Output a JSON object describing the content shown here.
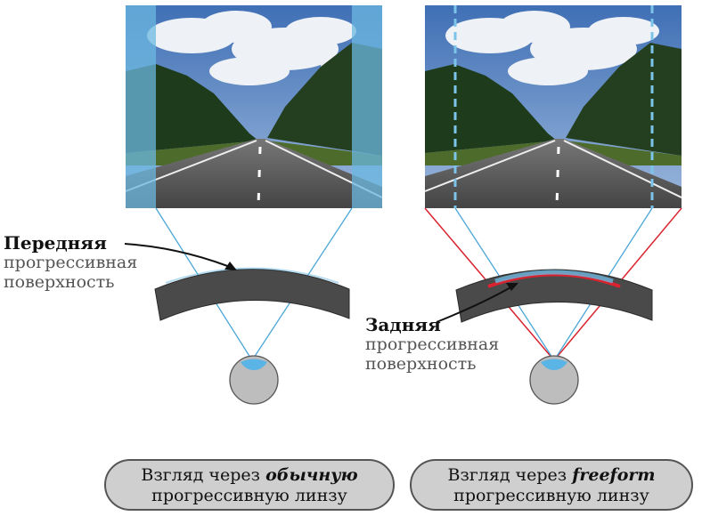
{
  "left_panel": {
    "front_label_bold": "Передняя",
    "front_label_line2": "прогрессивная",
    "front_label_line3": "поверхность",
    "caption_line1_prefix": "Взгляд через ",
    "caption_line1_emph": "обычную",
    "caption_line2": "прогрессивную линзу"
  },
  "right_panel": {
    "back_label_bold": "Задняя",
    "back_label_line2": "прогрессивная",
    "back_label_line3": "поверхность",
    "caption_line1_prefix": "Взгляд через ",
    "caption_line1_emph": "freeform",
    "caption_line2": "прогрессивную линзу"
  },
  "colors": {
    "sky": "#5b86c4",
    "cloud": "#f2f4f7",
    "trees": "#1f3a1e",
    "road": "#5a5a5a",
    "blue_overlay": "#6bb8e0",
    "lens": "#4a4a4a",
    "sightline_blue": "#4aa6d8",
    "sightline_red": "#d9232e",
    "eye": "#bdbdbd",
    "pupil": "#5ab4e6",
    "pill_bg": "#cfcfcf"
  }
}
